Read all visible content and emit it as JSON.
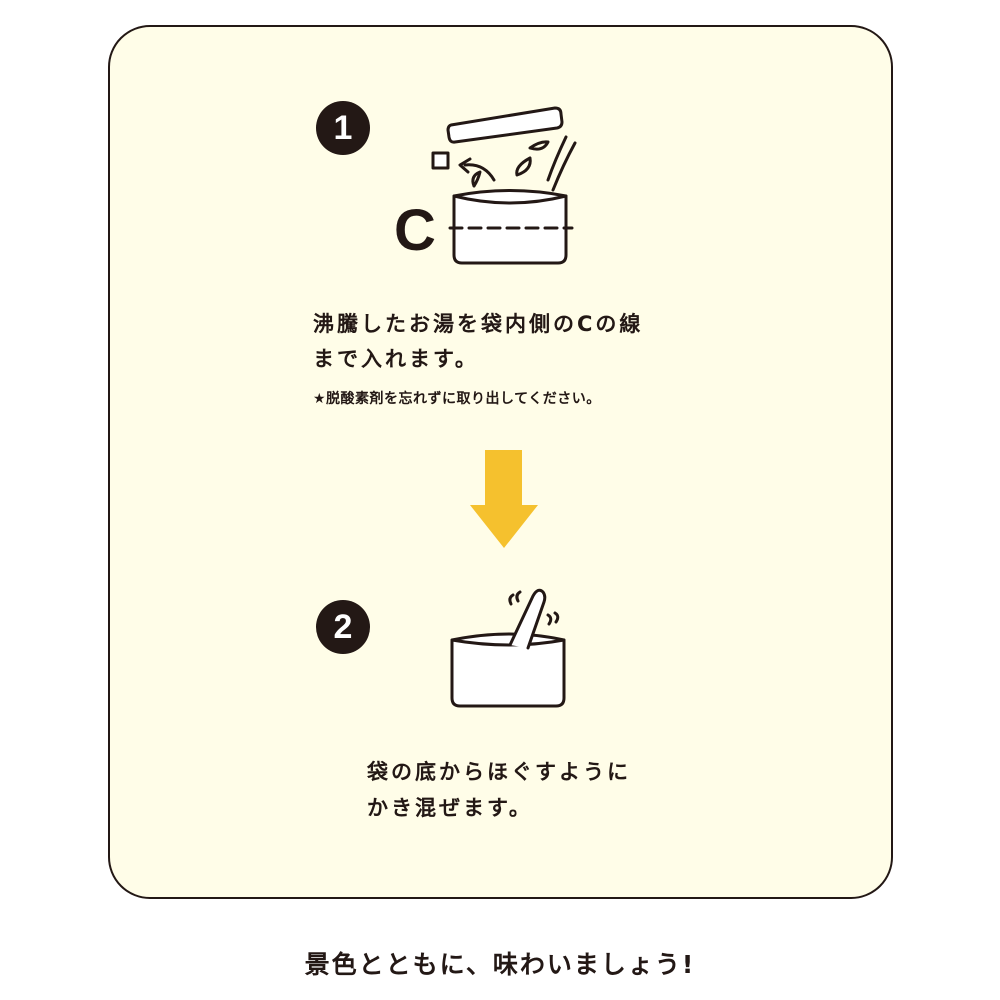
{
  "steps": [
    {
      "number": "1",
      "lines": [
        "沸騰したお湯を袋内側のCの線",
        "まで入れます。"
      ],
      "note": "★脱酸素剤を忘れずに取り出してください。",
      "line_marker": "C"
    },
    {
      "number": "2",
      "lines": [
        "袋の底からほぐすように",
        "かき混ぜます。"
      ]
    }
  ],
  "footer": "景色とともに、味わいましょう!",
  "colors": {
    "card_bg": "#fffde8",
    "ink": "#231815",
    "arrow": "#f5c12e"
  }
}
